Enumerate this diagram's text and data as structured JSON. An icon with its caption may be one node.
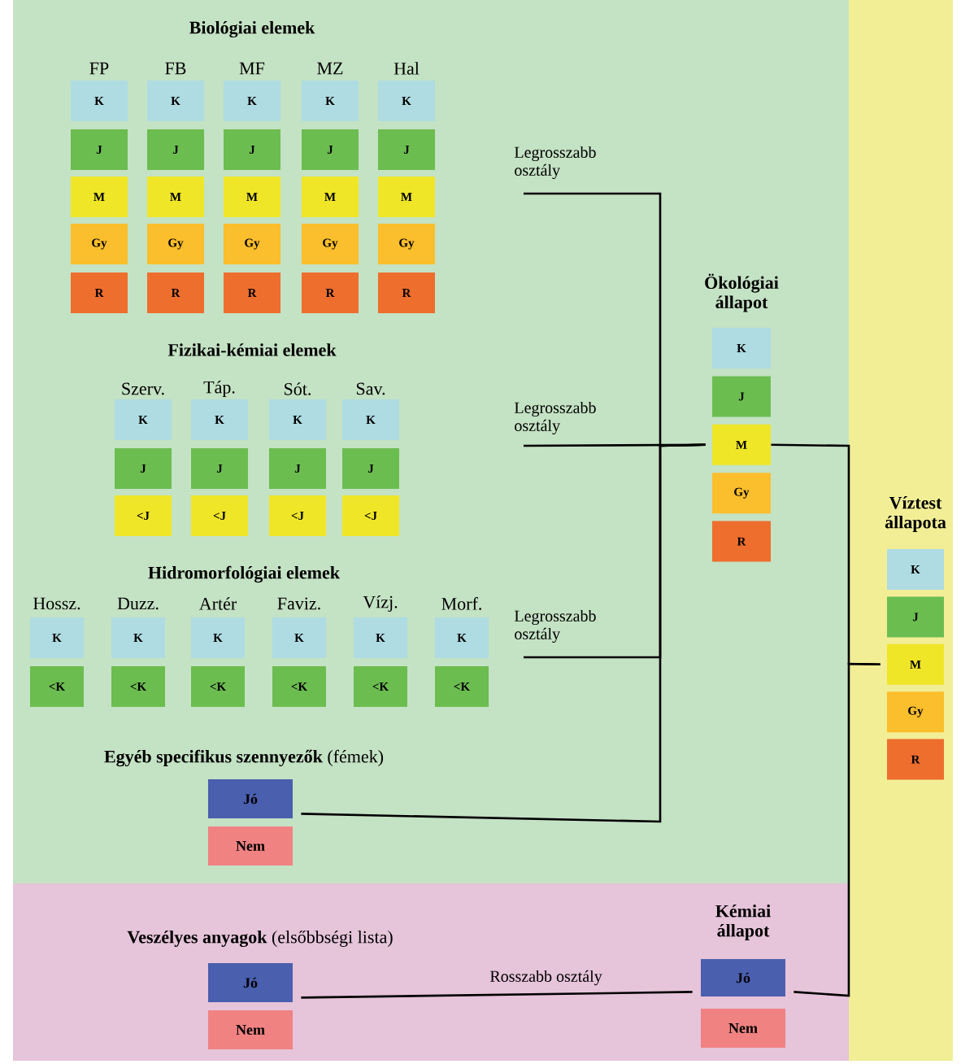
{
  "diagram": {
    "nodes": [
      {
        "text": [
          "K"
        ]
      },
      {
        "text": [
          "K"
        ]
      },
      {
        "text": [
          "K"
        ]
      },
      {
        "text": [
          "K"
        ]
      },
      {
        "text": [
          "K"
        ]
      },
      {
        "text": [
          "J"
        ]
      },
      {
        "text": [
          "J"
        ]
      },
      {
        "text": [
          "J"
        ]
      },
      {
        "text": [
          "J"
        ]
      },
      {
        "text": [
          "J"
        ]
      },
      {
        "text": [
          "M"
        ]
      },
      {
        "text": [
          "M"
        ]
      },
      {
        "text": [
          "M"
        ]
      },
      {
        "text": [
          "M"
        ]
      },
      {
        "text": [
          "M"
        ]
      },
      {
        "text": [
          "Gy"
        ]
      },
      {
        "text": [
          "Gy"
        ]
      },
      {
        "text": [
          "Gy"
        ]
      },
      {
        "text": [
          "Gy"
        ]
      },
      {
        "text": [
          "Gy"
        ]
      },
      {
        "text": [
          "R"
        ]
      },
      {
        "text": [
          "R"
        ]
      },
      {
        "text": [
          "R"
        ]
      },
      {
        "text": [
          "R"
        ]
      },
      {
        "text": [
          "R"
        ]
      },
      {
        "text": [
          "K"
        ]
      },
      {
        "text": [
          "K"
        ]
      },
      {
        "text": [
          "K"
        ]
      },
      {
        "text": [
          "K"
        ]
      },
      {
        "text": [
          "J"
        ]
      },
      {
        "text": [
          "J"
        ]
      },
      {
        "text": [
          "J"
        ]
      },
      {
        "text": [
          "J"
        ]
      },
      {
        "text": [
          "<J"
        ]
      },
      {
        "text": [
          "<J"
        ]
      },
      {
        "text": [
          "<J"
        ]
      },
      {
        "text": [
          "<J"
        ]
      },
      {
        "text": [
          "K"
        ]
      },
      {
        "text": [
          "K"
        ]
      },
      {
        "text": [
          "K"
        ]
      },
      {
        "text": [
          "K"
        ]
      },
      {
        "text": [
          "K"
        ]
      },
      {
        "text": [
          "K"
        ]
      },
      {
        "text": [
          "<K"
        ]
      },
      {
        "text": [
          "<K"
        ]
      },
      {
        "text": [
          "<K"
        ]
      },
      {
        "text": [
          "<K"
        ]
      },
      {
        "text": [
          "<K"
        ]
      },
      {
        "text": [
          "<K"
        ]
      },
      {
        "text": [
          "Jó"
        ]
      },
      {
        "text": [
          "Nem"
        ]
      },
      {
        "text": [
          "K"
        ]
      },
      {
        "text": [
          "J"
        ]
      },
      {
        "text": [
          "M"
        ]
      },
      {
        "text": [
          "Gy"
        ]
      },
      {
        "text": [
          "R"
        ]
      },
      {
        "text": [
          "K"
        ]
      },
      {
        "text": [
          "J"
        ]
      },
      {
        "text": [
          "M"
        ]
      },
      {
        "text": [
          "Gy"
        ]
      },
      {
        "text": [
          "R"
        ]
      },
      {
        "text": [
          "Jó"
        ]
      },
      {
        "text": [
          "Nem"
        ]
      },
      {
        "text": [
          "Jó"
        ]
      },
      {
        "text": [
          "Nem"
        ]
      }
    ],
    "edges": [
      {
        "from": null,
        "to": 53,
        "arrow": "none",
        "label": "Legrosszabb osztály"
      },
      {
        "from": null,
        "to": 53,
        "arrow": "none",
        "label": "Legrosszabb osztály"
      },
      {
        "from": null,
        "to": 53,
        "arrow": "none",
        "label": "Legrosszabb osztály"
      },
      {
        "from": 49,
        "to": 53,
        "arrow": "none"
      },
      {
        "from": 53,
        "to": 58,
        "arrow": "none"
      },
      {
        "from": 63,
        "to": 58,
        "arrow": "none"
      },
      {
        "from": 61,
        "to": 63,
        "arrow": "none",
        "label": "Rosszabb osztály"
      }
    ],
    "labels": [
      "Biológiai elemek",
      "FP",
      "FB",
      "MF",
      "MZ",
      "Hal",
      "Fizikai-kémiai elemek",
      "Szerv.",
      "Táp.",
      "Sót.",
      "Sav.",
      "Ökológiai állapot",
      "Hidromorfológiai elemek",
      "Hossz.",
      "Duzz.",
      "Artér",
      "Faviz.",
      "Vízj.",
      "Morf.",
      "Víztest állapota",
      "**Egyéb specifikus szennyezők** (fémek)",
      "**Veszélyes anyagok** (elsőbbségi lista)",
      "Kémiai állapot"
    ]
  }
}
